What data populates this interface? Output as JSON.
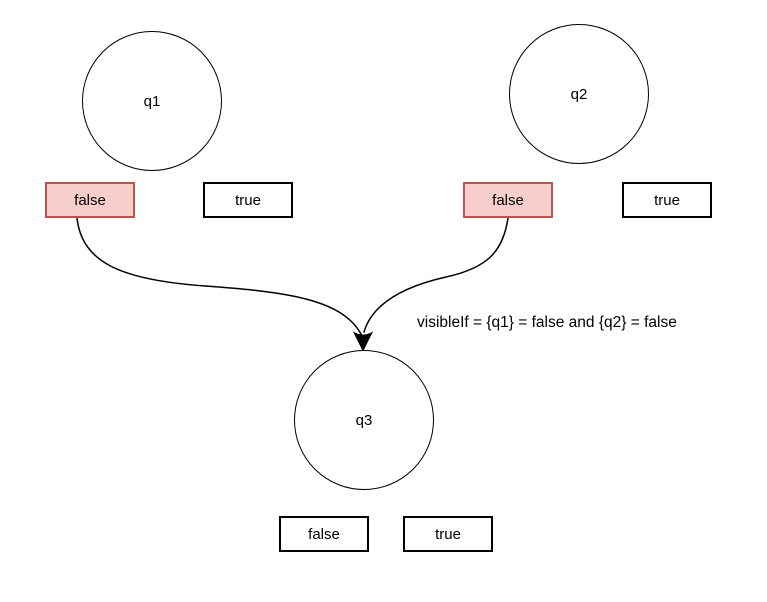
{
  "diagram": {
    "annotation": "visibleIf = {q1} = false and {q2} = false",
    "nodes": [
      {
        "id": "q1",
        "label": "q1",
        "options": [
          {
            "label": "false",
            "selected": true
          },
          {
            "label": "true",
            "selected": false
          }
        ]
      },
      {
        "id": "q2",
        "label": "q2",
        "options": [
          {
            "label": "false",
            "selected": true
          },
          {
            "label": "true",
            "selected": false
          }
        ]
      },
      {
        "id": "q3",
        "label": "q3",
        "options": [
          {
            "label": "false",
            "selected": false
          },
          {
            "label": "true",
            "selected": false
          }
        ]
      }
    ],
    "edges": [
      {
        "from": "q1:false",
        "to": "q3"
      },
      {
        "from": "q2:false",
        "to": "q3"
      }
    ],
    "colors": {
      "selected_fill": "#f8cecc",
      "selected_stroke": "#b85450",
      "shape_stroke": "#000000",
      "edge_color": "#000000",
      "background": "#ffffff",
      "text_color": "#000000"
    }
  }
}
